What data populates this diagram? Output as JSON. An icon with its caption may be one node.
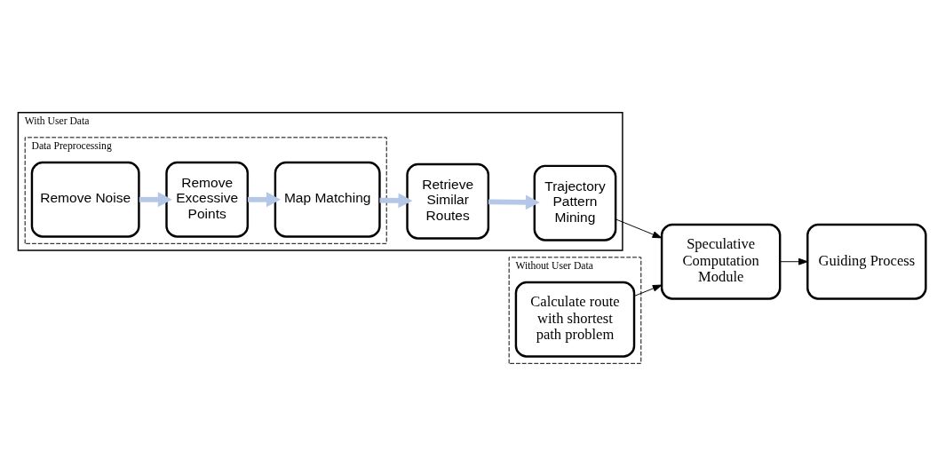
{
  "diagram": {
    "nodes": [
      {
        "text": [
          "With User Data"
        ]
      },
      {
        "text": [
          "Data Preprocessing"
        ],
        "in": 0
      },
      {
        "text": [
          "Remove Noise"
        ],
        "in": 1
      },
      {
        "text": [
          "Remove Excessive Points"
        ],
        "in": 1
      },
      {
        "text": [
          "Map Matching"
        ],
        "in": 1
      },
      {
        "text": [
          "Retrieve Similar Routes"
        ],
        "in": 0
      },
      {
        "text": [
          "Trajectory Pattern Mining"
        ],
        "in": 0
      },
      {
        "text": [
          "Speculative Computation Module"
        ]
      },
      {
        "text": [
          "Guiding Process"
        ]
      },
      {
        "text": [
          "Without User Data"
        ]
      },
      {
        "text": [
          "Calculate route with shortest path problem"
        ],
        "in": 9
      }
    ],
    "edges": [
      {
        "from": 2,
        "to": 3,
        "arrow": "to",
        "color": "#b4c7e7"
      },
      {
        "from": 3,
        "to": 4,
        "arrow": "to",
        "color": "#b4c7e7"
      },
      {
        "from": 4,
        "to": 5,
        "arrow": "to",
        "color": "#b4c7e7"
      },
      {
        "from": 5,
        "to": 6,
        "arrow": "to",
        "color": "#b4c7e7"
      },
      {
        "from": 6,
        "to": 7,
        "arrow": "to",
        "color": "#000000"
      },
      {
        "from": 10,
        "to": 7,
        "arrow": "to",
        "color": "#000000"
      },
      {
        "from": 7,
        "to": 8,
        "arrow": "to",
        "color": "#000000"
      }
    ]
  }
}
